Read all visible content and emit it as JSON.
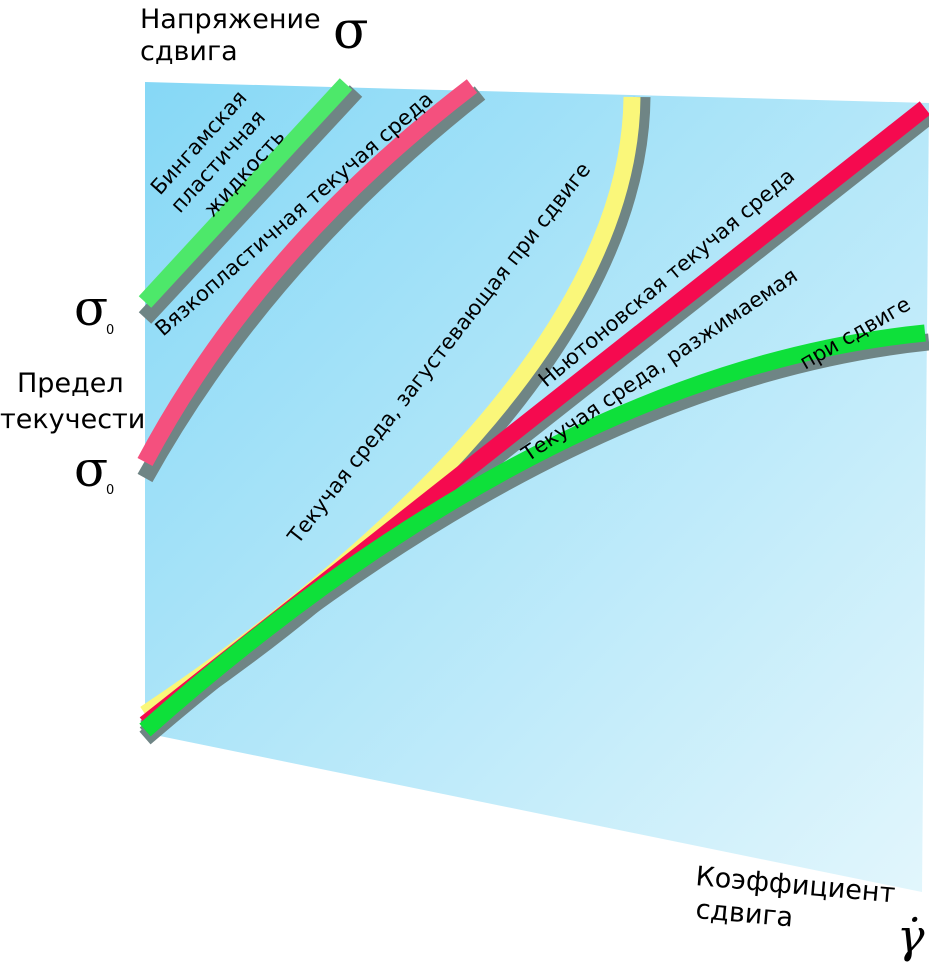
{
  "axes": {
    "y_label_line1": "Напряжение",
    "y_label_line2": "сдвига",
    "y_symbol": "σ",
    "x_label_line1": "Коэффициент",
    "x_label_line2": "сдвига",
    "x_symbol": "γ̇",
    "sigma0_symbol": "σ",
    "sigma0_sub": "0",
    "yield_label_line1": "Предел",
    "yield_label_line2": "текучести"
  },
  "curves": {
    "bingham": {
      "line1": "Бингамская",
      "line2": "пластичная",
      "line3": "жидкость",
      "color": "#4de86a"
    },
    "viscoplastic": {
      "label": "Вязкопластичная текучая среда",
      "color": "#f4507e"
    },
    "shear_thickening": {
      "label": "Текучая среда, загустевающая при сдвиге",
      "color": "#faf77a"
    },
    "newtonian": {
      "label": "Ньютоновская текучая среда",
      "color": "#f50a4f"
    },
    "shear_thinning": {
      "line1": "Текучая среда, разжимаемая",
      "line2": "при сдвиге",
      "color": "#0ee03a"
    }
  },
  "colors": {
    "shadow": "#6f8585",
    "bg_top": "#86d8f6",
    "bg_bottom": "#e2f6fc"
  }
}
